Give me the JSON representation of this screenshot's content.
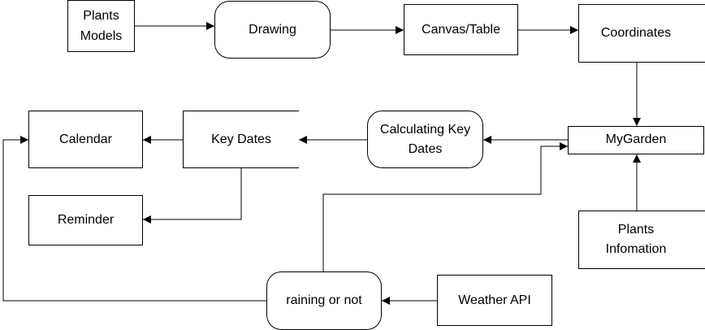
{
  "diagram": {
    "nodes": {
      "plants_models": {
        "lines": [
          "Plants",
          "Models"
        ]
      },
      "drawing": {
        "lines": [
          "Drawing"
        ]
      },
      "canvas_table": {
        "lines": [
          "Canvas/Table"
        ]
      },
      "coordinates": {
        "lines": [
          "Coordinates"
        ]
      },
      "mygarden": {
        "lines": [
          "MyGarden"
        ]
      },
      "plants_information": {
        "lines": [
          "Plants",
          "Infomation"
        ]
      },
      "calculating_key_dates": {
        "lines": [
          "Calculating Key",
          "Dates"
        ]
      },
      "key_dates": {
        "lines": [
          "Key Dates"
        ]
      },
      "calendar": {
        "lines": [
          "Calendar"
        ]
      },
      "reminder": {
        "lines": [
          "Reminder"
        ]
      },
      "raining_or_not": {
        "lines": [
          "raining or not"
        ]
      },
      "weather_api": {
        "lines": [
          "Weather API"
        ]
      }
    }
  }
}
